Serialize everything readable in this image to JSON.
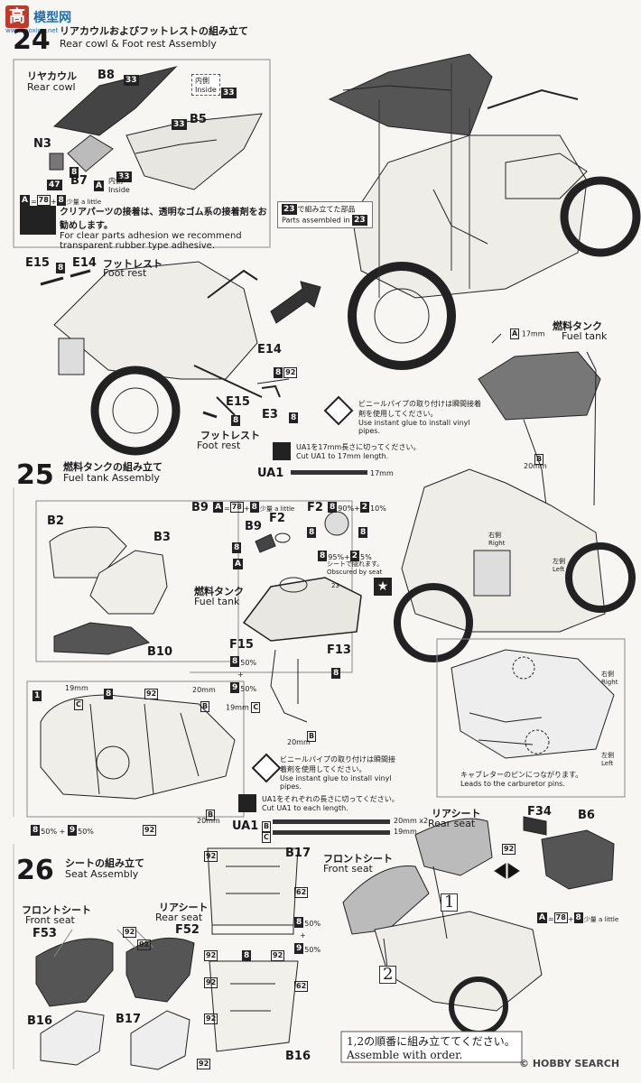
{
  "watermark_top": {
    "logo": "高",
    "site": "模型网",
    "url": "www.moxing.net"
  },
  "step24": {
    "number": "24",
    "title_jp": "リアカウルおよびフットレストの組み立て",
    "title_en": "Rear cowl & Foot rest Assembly",
    "rear_cowl_jp": "リヤカウル",
    "rear_cowl_en": "Rear cowl",
    "parts": {
      "b8": "B8",
      "n33a": "33",
      "n33b": "33",
      "n33c": "33",
      "n33d": "33",
      "b5": "B5",
      "n3": "N3",
      "n47": "47",
      "n8": "8",
      "b7": "B7",
      "a": "A"
    },
    "inside_jp": "内側",
    "inside_en": "Inside",
    "color_mix": {
      "a": "A",
      "eq": "=",
      "v1": "78",
      "plus": "+",
      "v2": "8",
      "note": "少量 a little"
    },
    "note_jp": "クリアパーツの接着は、透明なゴム系の接着剤をお勧めします。",
    "note_en": "For clear parts adhesion we recommend transparent rubber type adhesive.",
    "assembled_jp": "で組み立てた部品",
    "assembled_en": "Parts assembled in",
    "assembled_num": "23",
    "footrest_top": {
      "e15": "E15",
      "n8": "8",
      "e14": "E14",
      "jp": "フットレスト",
      "en": "Foot rest"
    },
    "footrest_bottom": {
      "e14": "E14",
      "n8a": "8",
      "n92": "92",
      "e15": "E15",
      "n8b": "8",
      "e3": "E3",
      "n8c": "8",
      "jp": "フットレスト",
      "en": "Foot rest"
    },
    "vinyl_jp": "ビニールパイプの取り付けは瞬間接着剤を使用してください。",
    "vinyl_en": "Use instant glue to install vinyl pipes.",
    "cut_jp": "UA1を17mm長さに切ってください。",
    "cut_en": "Cut UA1 to 17mm length.",
    "ua1": "UA1",
    "ua1_len": "17mm"
  },
  "step25": {
    "number": "25",
    "title_jp": "燃料タンクの組み立て",
    "title_en": "Fuel tank Assembly",
    "b2": "B2",
    "b3": "B3",
    "b10": "B10",
    "b9_mix": {
      "b9": "B9",
      "a": "A",
      "v1": "78",
      "v2": "8",
      "note": "少量 a little"
    },
    "f2_mix": {
      "f2": "F2",
      "p1": "8",
      "pct1": "90%",
      "p2": "2",
      "pct2": "10%"
    },
    "parts": {
      "b9": "B9",
      "f2": "F2",
      "n8a": "8",
      "a": "A",
      "n8b": "8",
      "n8c": "8"
    },
    "mix95": {
      "p1": "8",
      "pct1": "95%",
      "p2": "2",
      "pct2": "5%"
    },
    "obscured_jp": "シートで隠れます。",
    "obscured_en": "Obscured by seat",
    "n23": "23",
    "fuel_jp": "燃料タンク",
    "fuel_en": "Fuel tank",
    "f15": "F15",
    "f15_mix": {
      "p1": "8",
      "pct1": "50%",
      "plus": "+",
      "p2": "9",
      "pct2": "50%"
    },
    "f13": "F13",
    "f13_n": "8",
    "pipe_a": "19mm",
    "pipe_c": "C",
    "pipe_b": "20mm",
    "pipe_b_lbl": "B",
    "detail": {
      "n1": "1",
      "n8": "8",
      "n92a": "92",
      "n19": "19mm",
      "c": "C",
      "n20": "20mm",
      "b": "B",
      "b2": "B",
      "n20b": "20mm",
      "n92b": "92",
      "mix": "50% + ",
      "n9": "9",
      "mix2": "50%",
      "n8b": "8"
    },
    "vinyl_jp": "ビニールパイプの取り付けは瞬間接着剤を使用してください。",
    "vinyl_en": "Use instant glue to install vinyl pipes.",
    "cut_jp": "UA1をそれぞれの長さに切ってください。",
    "cut_en": "Cut UA1 to each length.",
    "ua1": "UA1",
    "ua1_b": "B",
    "ua1_b_len": "20mm x2",
    "ua1_c": "C",
    "ua1_c_len": "19mm"
  },
  "right_panel": {
    "tank_label_a": "A",
    "tank_len_a": "17mm",
    "fuel_jp": "燃料タンク",
    "fuel_en": "Fuel tank",
    "tank_label_b": "B",
    "tank_len_b": "20mm",
    "right_jp": "右側",
    "right_en": "Right",
    "left_jp": "左側",
    "left_en": "Left",
    "carb_jp": "キャブレターのピンにつながります。",
    "carb_en": "Leads to the carburetor pins."
  },
  "step26": {
    "number": "26",
    "title_jp": "シートの組み立て",
    "title_en": "Seat Assembly",
    "front_jp": "フロントシート",
    "front_en": "Front seat",
    "f53": "F53",
    "rear_jp": "リアシート",
    "rear_en": "Rear seat",
    "f52": "F52",
    "n92a": "92",
    "n92b": "92",
    "b16": "B16",
    "b17": "B17",
    "center": {
      "n92a": "92",
      "b17": "B17",
      "n62a": "62",
      "mix1": "8",
      "pct1": "50%",
      "plus": "+",
      "mix2": "9",
      "pct2": "50%",
      "n92b": "92",
      "n8": "8",
      "n92c": "92",
      "n92d": "92",
      "n62b": "62",
      "n92e": "92",
      "n92f": "92",
      "b16": "B16"
    },
    "rear_seat_jp": "リアシート",
    "rear_seat_en": "Rear seat",
    "front_seat_jp": "フロントシート",
    "front_seat_en": "Front seat",
    "f34": "F34",
    "b6": "B6",
    "n92g": "92",
    "order1": "1",
    "order2": "2",
    "color_mix": {
      "a": "A",
      "eq": "=",
      "v1": "78",
      "plus": "+",
      "v2": "8",
      "note": "少量 a little"
    },
    "order_jp": "1,2の順番に組み立ててください。",
    "order_en": "Assemble with order."
  },
  "watermark_bottom": {
    "copyright": "©",
    "site": "HOBBY SEARCH"
  }
}
